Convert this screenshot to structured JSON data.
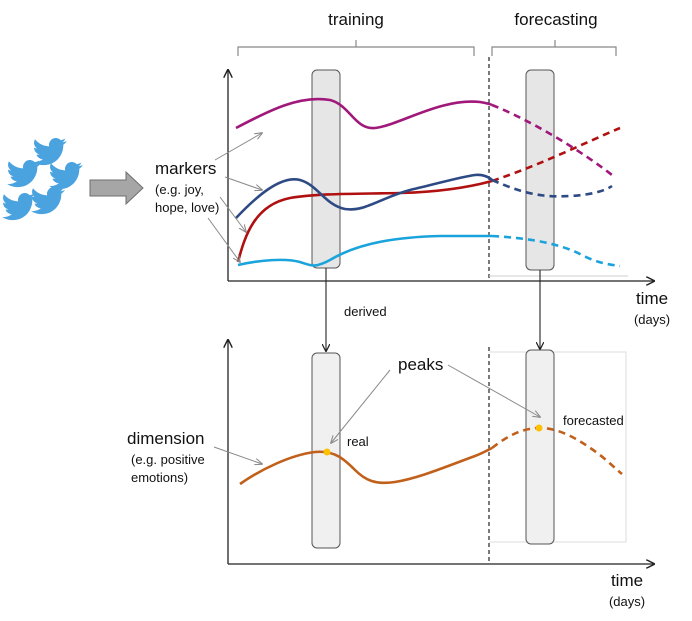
{
  "phases": {
    "training": "training",
    "forecasting": "forecasting"
  },
  "markers": {
    "title": "markers",
    "example_line1": "(e.g. joy,",
    "example_line2": "hope, love)"
  },
  "dimension": {
    "title": "dimension",
    "example_line1": "(e.g. positive",
    "example_line2": "emotions)"
  },
  "axis_top": {
    "label": "time",
    "unit": "(days)"
  },
  "axis_bottom": {
    "label": "time",
    "unit": "(days)"
  },
  "annotations": {
    "derived": "derived",
    "peaks": "peaks",
    "real": "real",
    "forecasted": "forecasted"
  },
  "colors": {
    "twitter_bird": "#4aa3df",
    "magenta_marker": "#a0187a",
    "red_marker": "#b01010",
    "navy_marker": "#2e4a85",
    "cyan_marker": "#1ba3dc",
    "dimension_curve": "#c0601a",
    "peak_point": "#ffc000",
    "window_fill": "#e6e6e6",
    "arrow_fill": "#a6a6a6"
  }
}
